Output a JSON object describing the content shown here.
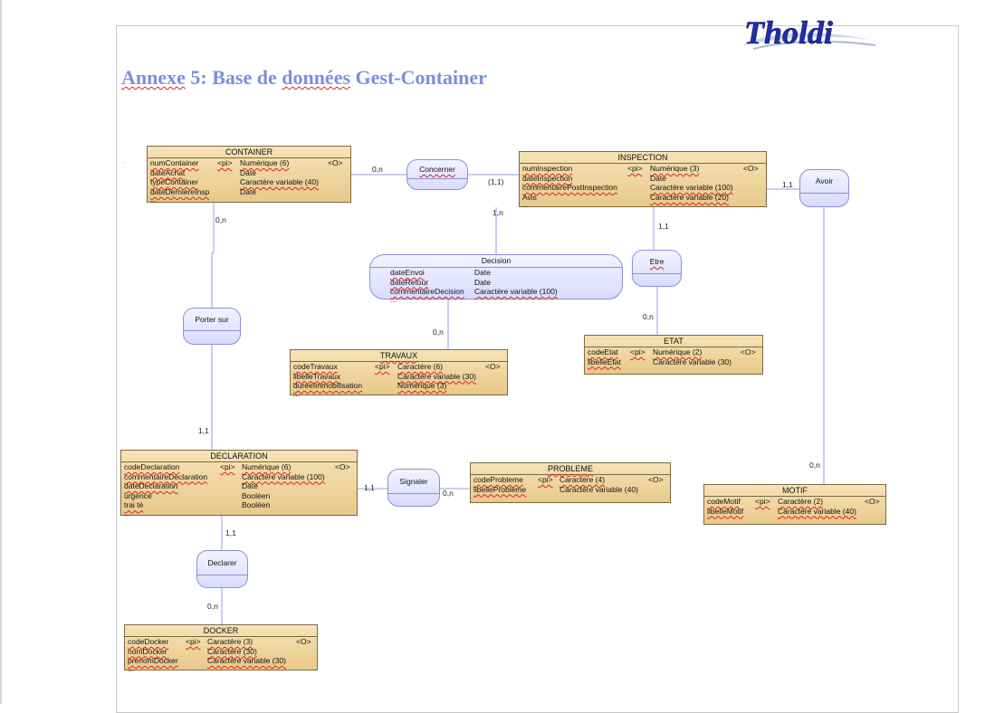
{
  "document": {
    "logo_text": "Tholdi",
    "title_parts": [
      "Annexe",
      " 5: Base de ",
      "données",
      " Gest-Container"
    ]
  },
  "entities": {
    "container": {
      "name": "CONTAINER",
      "attributes": [
        {
          "name": "numContainer",
          "key": "<pi>",
          "type": "Numérique (6)",
          "flag": "<O>"
        },
        {
          "name": "dateAchat",
          "key": "",
          "type": "Date",
          "flag": ""
        },
        {
          "name": "typeContainer",
          "key": "",
          "type": "Caractère variable (40)",
          "flag": ""
        },
        {
          "name": "dateDerniereInsp",
          "key": "",
          "type": "Date",
          "flag": ""
        }
      ],
      "more": "..."
    },
    "inspection": {
      "name": "INSPECTION",
      "attributes": [
        {
          "name": "numInspection",
          "key": "<pi>",
          "type": "Numérique (3)",
          "flag": "<O>"
        },
        {
          "name": "dateInspection",
          "key": "",
          "type": "Date",
          "flag": ""
        },
        {
          "name": "commentairePostInspection",
          "key": "",
          "type": "Caractère variable (100)",
          "flag": ""
        },
        {
          "name": "Avis",
          "key": "",
          "type": "Caractère variable (20)",
          "flag": ""
        }
      ],
      "more": "..."
    },
    "travaux": {
      "name": "TRAVAUX",
      "attributes": [
        {
          "name": "codeTravaux",
          "key": "<pi>",
          "type": "Caractère (6)",
          "flag": "<O>"
        },
        {
          "name": "libelleTravaux",
          "key": "",
          "type": "Caractère variable (30)",
          "flag": ""
        },
        {
          "name": "dureeImmobilisation",
          "key": "",
          "type": "Numérique (3)",
          "flag": ""
        }
      ],
      "more": "..."
    },
    "etat": {
      "name": "ETAT",
      "attributes": [
        {
          "name": "codeEtat",
          "key": "<pi>",
          "type": "Numérique (2)",
          "flag": "<O>"
        },
        {
          "name": "libelleEtat",
          "key": "",
          "type": "Caractère variable (30)",
          "flag": ""
        }
      ],
      "more": ""
    },
    "declaration": {
      "name": "DECLARATION",
      "attributes": [
        {
          "name": "codeDeclaration",
          "key": "<pi>",
          "type": "Numérique (6)",
          "flag": "<O>"
        },
        {
          "name": "commentaireDeclaration",
          "key": "",
          "type": "Caractère variable (100)",
          "flag": ""
        },
        {
          "name": "dateDeclaration",
          "key": "",
          "type": "Date",
          "flag": ""
        },
        {
          "name": "urgence",
          "key": "",
          "type": "Booléen",
          "flag": ""
        },
        {
          "name": "trai té",
          "key": "",
          "type": "Booléen",
          "flag": ""
        }
      ],
      "more": "..."
    },
    "probleme": {
      "name": "PROBLEME",
      "attributes": [
        {
          "name": "codeProbleme",
          "key": "<pi>",
          "type": "Caractère (4)",
          "flag": "<O>"
        },
        {
          "name": "libelleProbleme",
          "key": "",
          "type": "Caractère variable (40)",
          "flag": ""
        }
      ],
      "more": ""
    },
    "motif": {
      "name": "MOTIF",
      "attributes": [
        {
          "name": "codeMotif",
          "key": "<pi>",
          "type": "Caractère (2)",
          "flag": "<O>"
        },
        {
          "name": "libelleMotif",
          "key": "",
          "type": "Caractère variable (40)",
          "flag": ""
        }
      ],
      "more": ""
    },
    "docker": {
      "name": "DOCKER",
      "attributes": [
        {
          "name": "codeDocker",
          "key": "<pi>",
          "type": "Caractère (3)",
          "flag": "<O>"
        },
        {
          "name": "nomDocker",
          "key": "",
          "type": "Caractère (30)",
          "flag": ""
        },
        {
          "name": "prenomDocker",
          "key": "",
          "type": "Caractère variable (30)",
          "flag": ""
        }
      ],
      "more": "..."
    }
  },
  "relations": {
    "concerner": {
      "name": "Concerner"
    },
    "avoir": {
      "name": "Avoir"
    },
    "etre": {
      "name": "Etre"
    },
    "porter_sur": {
      "name": "Porter sur"
    },
    "signaler": {
      "name": "Signaler"
    },
    "declarer": {
      "name": "Declarer"
    },
    "decision": {
      "name": "Decision",
      "attributes": [
        {
          "name": "dateEnvoi",
          "type": "Date"
        },
        {
          "name": "dateRetour",
          "type": "Date"
        },
        {
          "name": "commentaireDecision",
          "type": "Caractère variable (100)"
        }
      ],
      "more": "..."
    }
  },
  "cardinalities": {
    "container_concerner": "0,n",
    "inspection_concerner": "(1,1)",
    "inspection_decision": "1,n",
    "inspection_etre": "1,1",
    "inspection_avoir": "1,1",
    "etat_etre": "0,n",
    "travaux_decision": "0,n",
    "container_porter": "0,n",
    "declaration_porter": "1,1",
    "declaration_signaler": "1,1",
    "probleme_signaler": "0,n",
    "declaration_declarer": "1,1",
    "docker_declarer": "0,n",
    "motif_avoir": "0,n"
  },
  "colors": {
    "title": "#7a8fe0",
    "entity_fill": "#eed39a",
    "relation_fill": "#e2e4ff",
    "wire": "#9a9ce0"
  }
}
